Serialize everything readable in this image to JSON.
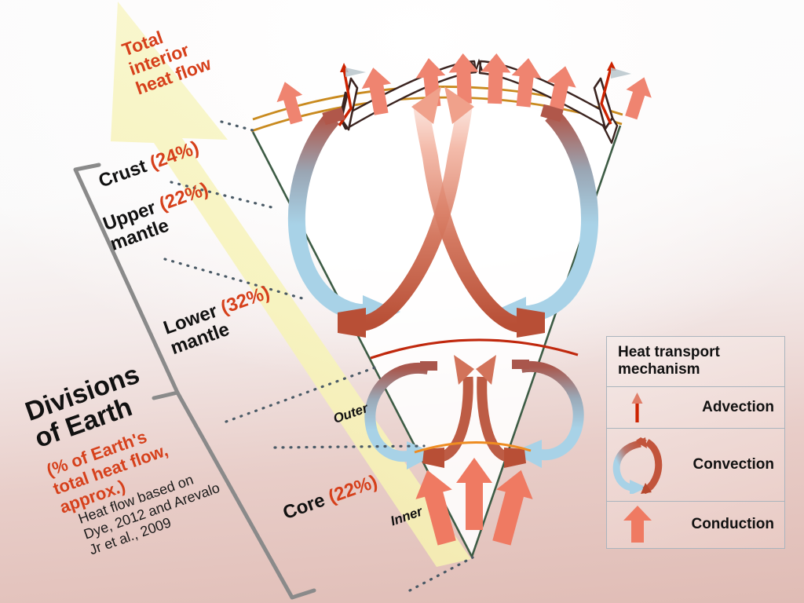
{
  "title_block": {
    "heading": "Divisions\nof Earth",
    "heading_line1": "Divisions",
    "heading_line2": "of Earth",
    "subtitle_line1": "(% of Earth's",
    "subtitle_line2": "total heat flow,",
    "subtitle_line3": "approx.)",
    "source_line1": "Heat flow based on",
    "source_line2": "Dye, 2012 and Arevalo",
    "source_line3": "Jr et al., 2009"
  },
  "heat_flow_arrow": {
    "label_line1": "Total",
    "label_line2": "interior",
    "label_line3": "heat flow",
    "color": "#d6401b",
    "fill": "#f7f5c4"
  },
  "layers": [
    {
      "name": "Crust",
      "name_line2": "",
      "percent": "(24%)"
    },
    {
      "name": "Upper",
      "name_line2": "mantle",
      "percent": "(22%)"
    },
    {
      "name": "Lower",
      "name_line2": "mantle",
      "percent": "(32%)"
    },
    {
      "name": "Core",
      "name_line2": "",
      "percent": "(22%)"
    }
  ],
  "layer_labels": {
    "crust": "Crust",
    "crust_pct": "(24%)",
    "upper_l1": "Upper",
    "upper_l2": "mantle",
    "upper_pct": "(22%)",
    "lower_l1": "Lower",
    "lower_l2": "mantle",
    "lower_pct": "(32%)",
    "core": "Core",
    "core_pct": "(22%)",
    "outer": "Outer",
    "inner": "Inner"
  },
  "legend": {
    "title_line1": "Heat transport",
    "title_line2": "mechanism",
    "items": [
      {
        "label": "Advection",
        "icon": "advection-arrow-icon"
      },
      {
        "label": "Convection",
        "icon": "convection-loop-icon"
      },
      {
        "label": "Conduction",
        "icon": "conduction-arrow-icon"
      }
    ]
  },
  "colors": {
    "accent_red": "#d6401b",
    "wedge_edge": "#3d5c45",
    "cmb_arc": "#c0280d",
    "icb_arc": "#ee8c22",
    "lithosphere": "#c98a1e",
    "conduction": "#ef8470",
    "convection_hot": "#c0543f",
    "convection_cold": "#a9d4e8",
    "yellow_arrow": "#f7f5c4",
    "bracket_gray": "#8a8a8a",
    "dotted": "#4a5a66"
  }
}
